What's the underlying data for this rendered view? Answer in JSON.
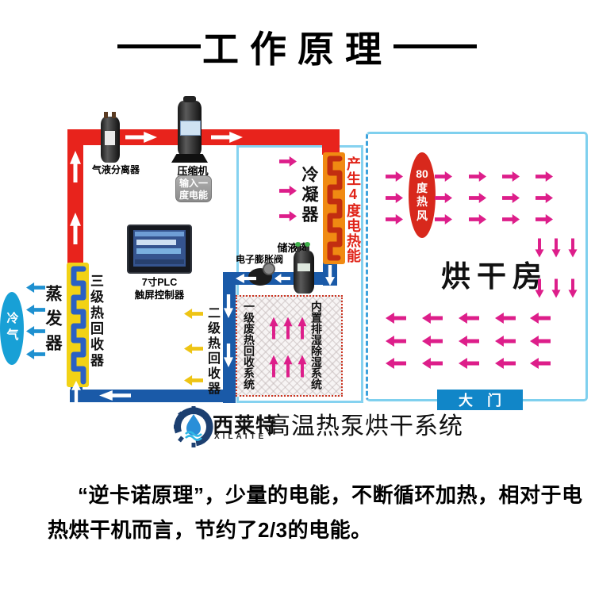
{
  "title": "工作原理",
  "cycle": {
    "separator": "气液分离器",
    "compressor": "压缩机",
    "input_badge": [
      "输入一",
      "度电能"
    ],
    "condenser": "冷凝器",
    "heat_note": "产生4度电热能",
    "receiver": "储液罐",
    "expansion_valve": "电子膨胀阀",
    "plc": [
      "7寸PLC",
      "触屏控制器"
    ],
    "stage3_recovery": "三级热回收器",
    "stage2_recovery": "二级热回收器",
    "stage1_recovery": "一级废热回收系统",
    "dehumidifier": "内置排湿除湿系统",
    "evaporator": "蒸发器",
    "cold_air": "冷气"
  },
  "room": {
    "hot_air": "80度热风",
    "hot_air_lines": [
      "80",
      "度",
      "热",
      "风"
    ],
    "name": "烘干房",
    "door": "大　门"
  },
  "brand": {
    "cn": "西莱特",
    "en": "XILAITE",
    "product": "高温热泵烘干系统"
  },
  "caption": {
    "line1": "“逆卡诺原理”，少量的电能，不断循环加热，相对于电",
    "line2": "热烘干机而言，节约了2/3的电能。"
  },
  "colors": {
    "pipe_hot": "#e8231c",
    "pipe_cold": "#1a5aa8",
    "coil_condenser": "#f08a12",
    "coil_condenser_tube": "#c22d10",
    "coil_recovery": "#f2d215",
    "coil_recovery_tube": "#2a60c4",
    "arrow_air": "#dd1e8a",
    "arrow_yellow": "#eec414",
    "arrow_cold_blue": "#1e90d0",
    "room_border": "#7fd0ee",
    "room_wall_dashed": "#3da2dc",
    "hot_badge": "#d8281c",
    "cold_badge": "#18a0d6",
    "door": "#1186c8",
    "note_red": "#e02318"
  }
}
